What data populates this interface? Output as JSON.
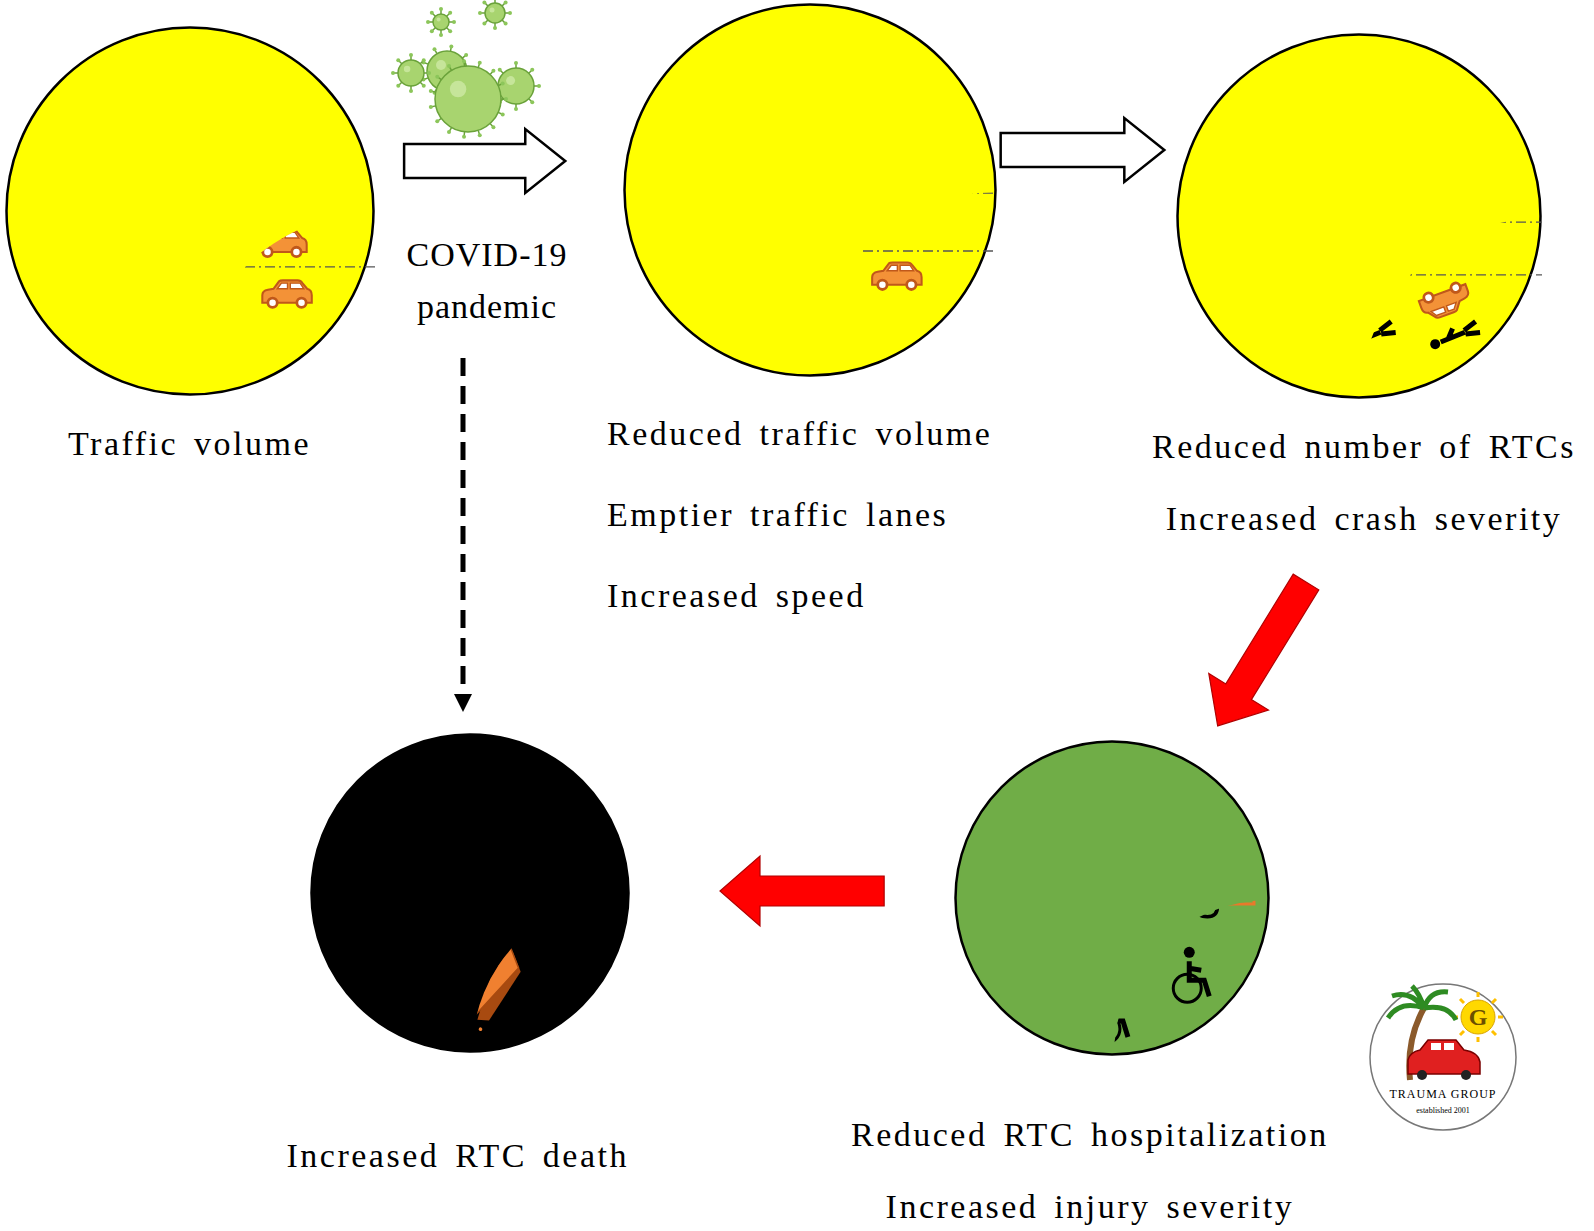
{
  "diagram": {
    "nodes": [
      {
        "text": [
          "Traffic volume"
        ]
      },
      {
        "text": [
          "Reduced traffic volume",
          "Emptier traffic lanes",
          "Increased speed"
        ]
      },
      {
        "text": [
          "Reduced number of RTCs",
          "Increased crash severity"
        ]
      },
      {
        "text": [
          "Reduced RTC hospitalization",
          "Increased injury severity"
        ]
      },
      {
        "text": [
          "Increased RTC death"
        ]
      }
    ],
    "edges": [
      {
        "from": 0,
        "to": 1,
        "arrow": "to",
        "label": "COVID-19 pandemic"
      },
      {
        "from": 1,
        "to": 2,
        "arrow": "to"
      },
      {
        "from": 2,
        "to": 3,
        "arrow": "to"
      },
      {
        "from": 3,
        "to": 4,
        "arrow": "to"
      }
    ],
    "labels": [
      "G",
      "TRAUMA GROUP",
      "established 2001"
    ]
  }
}
